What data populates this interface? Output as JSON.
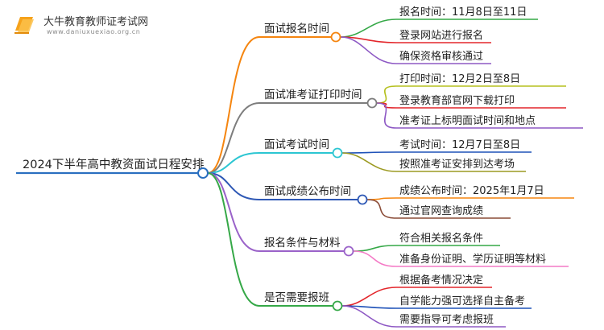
{
  "logo": {
    "title": "大牛教育教师证考试网",
    "url": "www.daniuxuexiao.org.cn"
  },
  "mindmap": {
    "root": "2024下半年高中教资面试日程安排",
    "branches": [
      {
        "label": "面试报名时间",
        "color": "#f5850f",
        "children": [
          {
            "text": "报名时间：11月8日至11日",
            "color": "#35a847"
          },
          {
            "text": "登录网站进行报名",
            "color": "#e3262b"
          },
          {
            "text": "确保资格审核通过",
            "color": "#8d58c4"
          }
        ]
      },
      {
        "label": "面试准考证打印时间",
        "color": "#7d7d7d",
        "children": [
          {
            "text": "打印时间：12月2日至8日",
            "color": "#b5c01e"
          },
          {
            "text": "登录教育部官网下载打印",
            "color": "#e3262b"
          },
          {
            "text": "准考证上标明面试时间和地点",
            "color": "#8d58c4"
          }
        ]
      },
      {
        "label": "面试考试时间",
        "color": "#2cc6d2",
        "children": [
          {
            "text": "考试时间：12月7日至8日",
            "color": "#1f52b8"
          },
          {
            "text": "按照准考证安排到达考场",
            "color": "#9c9a22"
          }
        ]
      },
      {
        "label": "面试成绩公布时间",
        "color": "#2e58b5",
        "children": [
          {
            "text": "成绩公布时间：2025年1月7日",
            "color": "#f5850f"
          },
          {
            "text": "通过官网查询成绩",
            "color": "#8a4b37"
          }
        ]
      },
      {
        "label": "报名条件与材料",
        "color": "#9a62c9",
        "children": [
          {
            "text": "符合相关报名条件",
            "color": "#35a847"
          },
          {
            "text": "准备身份证明、学历证明等材料",
            "color": "#f47ac6"
          }
        ]
      },
      {
        "label": "是否需要报班",
        "color": "#35a847",
        "children": [
          {
            "text": "根据备考情况决定",
            "color": "#e3262b"
          },
          {
            "text": "自学能力强可选择自主备考",
            "color": "#1f52b8"
          },
          {
            "text": "需要指导可考虑报班",
            "color": "#8d58c4"
          }
        ]
      }
    ]
  }
}
